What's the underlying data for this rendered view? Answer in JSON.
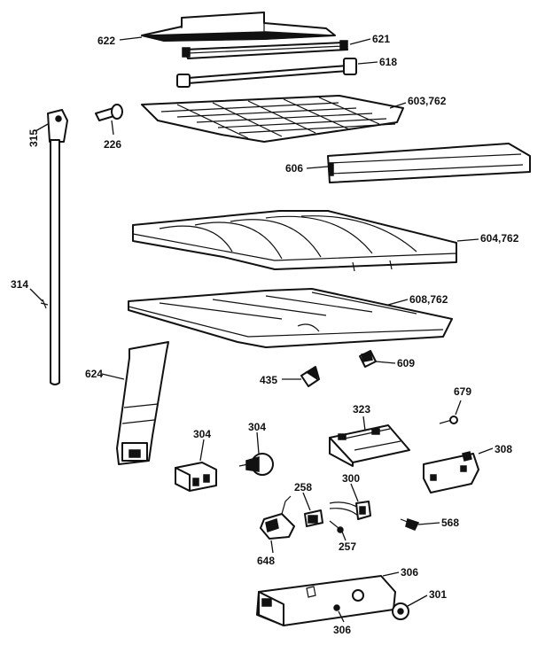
{
  "callouts": {
    "c622": "622",
    "c621": "621",
    "c618": "618",
    "c603": "603,762",
    "c315": "315",
    "c226": "226",
    "c606": "606",
    "c604": "604,762",
    "c314": "314",
    "c608": "608,762",
    "c624": "624",
    "c435": "435",
    "c609": "609",
    "c679": "679",
    "c323": "323",
    "c304a": "304",
    "c304b": "304",
    "c308": "308",
    "c258": "258",
    "c300": "300",
    "c568": "568",
    "c257": "257",
    "c648": "648",
    "c306a": "306",
    "c301": "301",
    "c306b": "306"
  }
}
